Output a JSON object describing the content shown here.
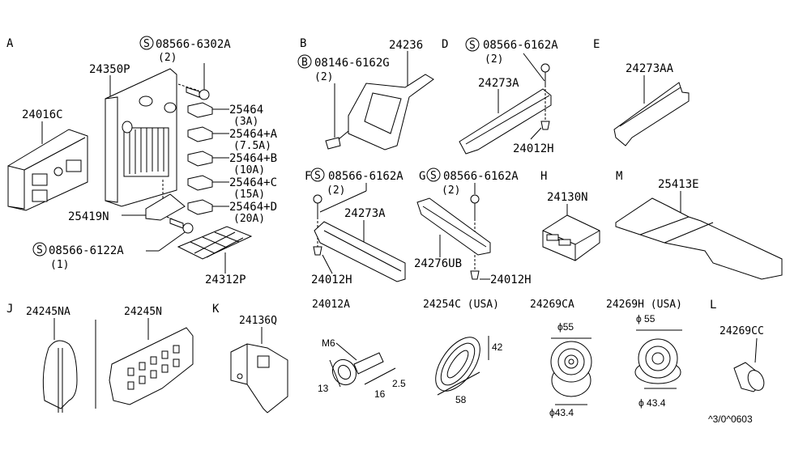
{
  "sections": {
    "A": {
      "letter": "A",
      "screw_top": {
        "symbol": "S",
        "part": "08566-6302A",
        "qty": "(2)"
      },
      "fuse_block": "24350P",
      "relay_box": "24016C",
      "fuses": [
        {
          "part": "25464",
          "rating": "(3A)"
        },
        {
          "part": "25464+A",
          "rating": "(7.5A)"
        },
        {
          "part": "25464+B",
          "rating": "(10A)"
        },
        {
          "part": "25464+C",
          "rating": "(15A)"
        },
        {
          "part": "25464+D",
          "rating": "(20A)"
        }
      ],
      "bracket": "25419N",
      "screw_bottom": {
        "symbol": "S",
        "part": "08566-6122A",
        "qty": "(1)"
      },
      "cover": "24312P"
    },
    "B": {
      "letter": "B",
      "harness": "24236",
      "bolt": {
        "symbol": "B",
        "part": "08146-6162G",
        "qty": "(2)"
      }
    },
    "D": {
      "letter": "D",
      "screw": {
        "symbol": "S",
        "part": "08566-6162A",
        "qty": "(2)"
      },
      "protector": "24273A",
      "clip": "24012H"
    },
    "E": {
      "letter": "E",
      "protector": "24273AA"
    },
    "F": {
      "letter": "F",
      "screw": {
        "symbol": "S",
        "part": "08566-6162A",
        "qty": "(2)"
      },
      "protector": "24273A",
      "clip": "24012H"
    },
    "G": {
      "letter": "G",
      "screw": {
        "symbol": "S",
        "part": "08566-6162A",
        "qty": "(2)"
      },
      "protector": "24276UB",
      "clip": "24012H"
    },
    "H": {
      "letter": "H",
      "module": "24130N"
    },
    "M": {
      "letter": "M",
      "protector": "25413E"
    },
    "J": {
      "letter": "J",
      "left": "24245NA",
      "right": "24245N"
    },
    "K": {
      "letter": "K",
      "bracket": "24136Q"
    },
    "bolt_24012A": {
      "part": "24012A",
      "thread": "M6",
      "dim_head": "13",
      "dim_length": "16",
      "dim_washer": "2.5"
    },
    "grommet_24254C": {
      "part": "24254C (USA)",
      "dim_height": "42",
      "dim_width": "58"
    },
    "grommet_24269CA": {
      "part": "24269CA",
      "dim_outer": "ϕ55",
      "dim_inner": "ϕ43.4"
    },
    "grommet_24269H": {
      "part": "24269H (USA)",
      "dim_outer": "ϕ 55",
      "dim_inner": "ϕ 43.4"
    },
    "L": {
      "letter": "L",
      "plug": "24269CC"
    }
  },
  "diagram_code": "^3/0^0603"
}
